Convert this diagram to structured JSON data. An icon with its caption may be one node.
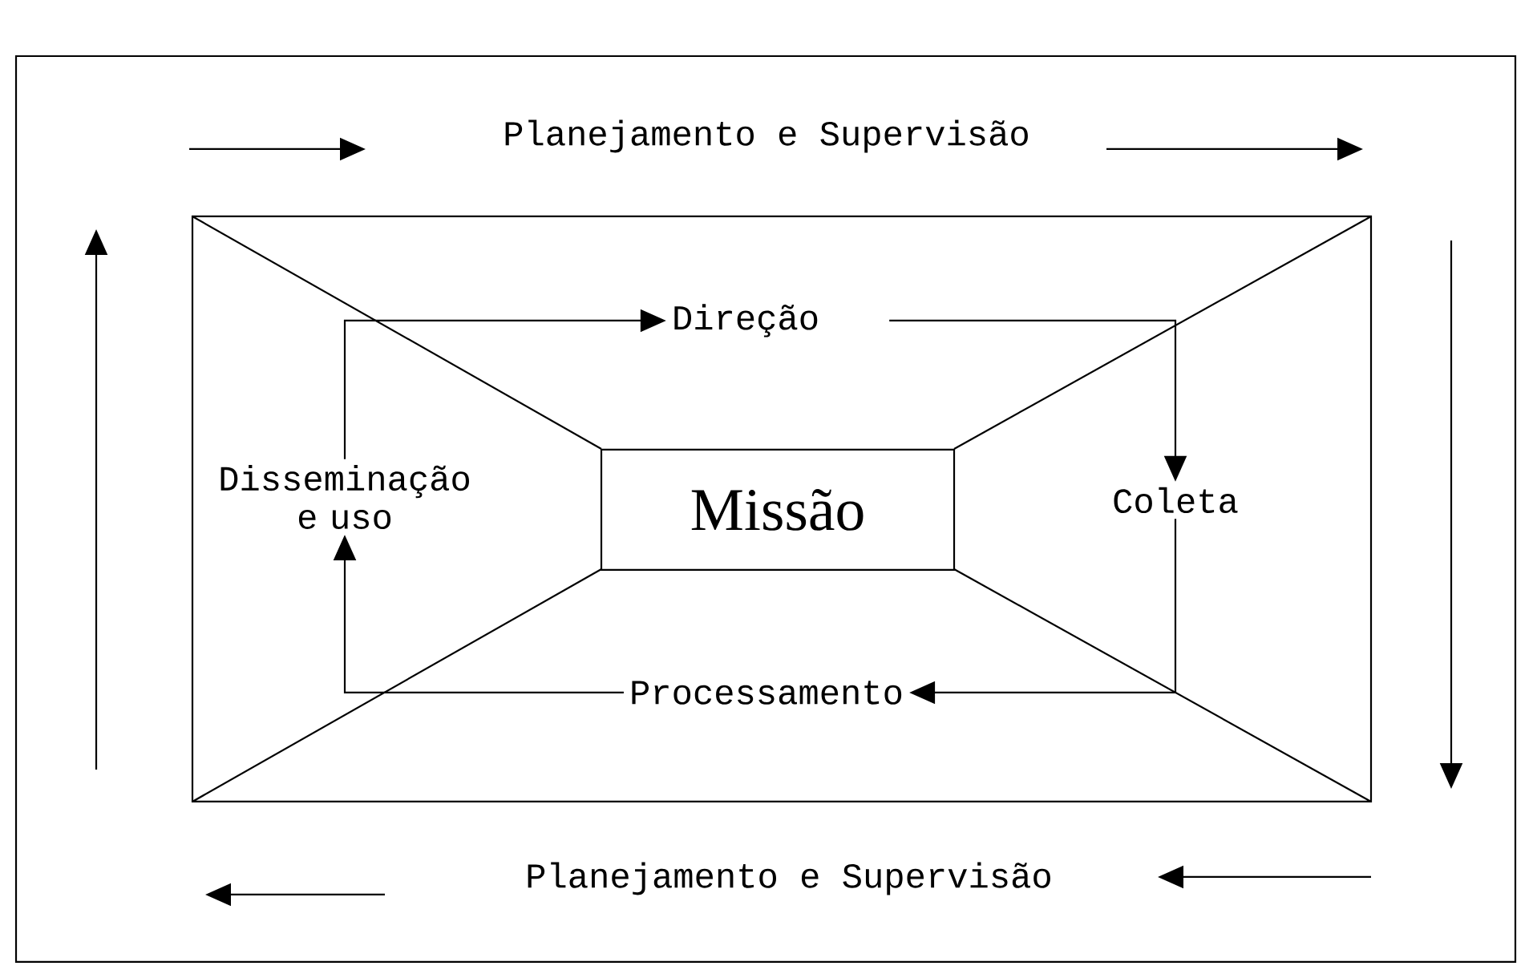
{
  "diagram": {
    "nodes": [
      {
        "text": [
          "Missão"
        ]
      },
      {
        "text": [
          "Direção"
        ]
      },
      {
        "text": [
          "Coleta"
        ]
      },
      {
        "text": [
          "Processamento"
        ]
      },
      {
        "text": [
          "Disseminação e uso"
        ]
      }
    ],
    "edges": [
      {
        "from": 1,
        "to": 2,
        "arrow": "to"
      },
      {
        "from": 2,
        "to": 3,
        "arrow": "to"
      },
      {
        "from": 3,
        "to": 4,
        "arrow": "to"
      },
      {
        "from": 4,
        "to": 1,
        "arrow": "to"
      }
    ],
    "labels": [
      "Planejamento e Supervisão",
      "Planejamento e Supervisão"
    ]
  }
}
